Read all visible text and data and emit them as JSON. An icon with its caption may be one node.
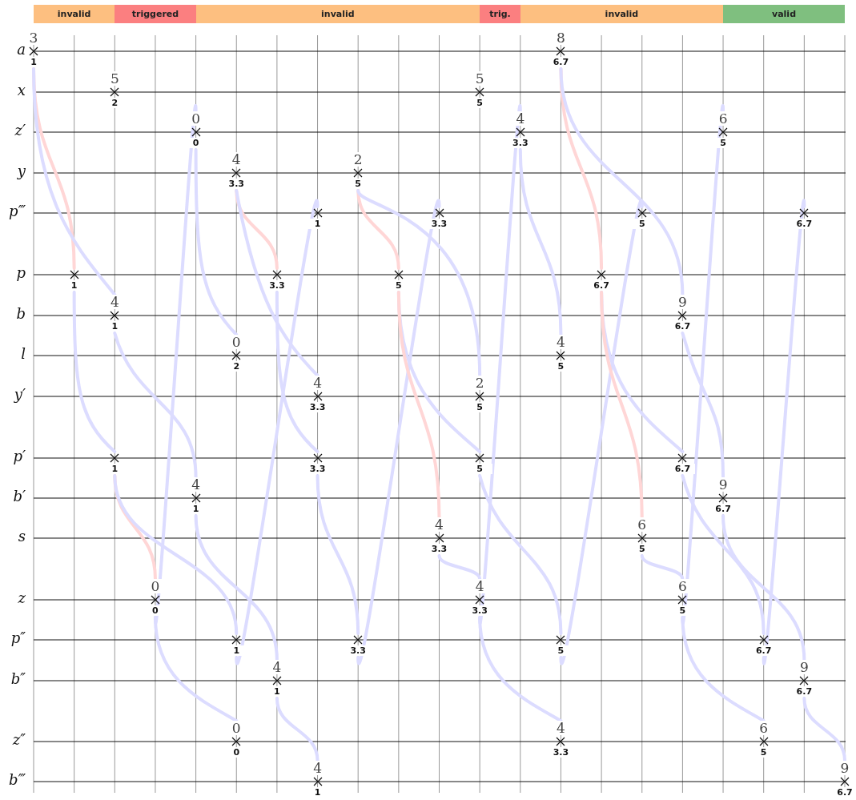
{
  "diagram": {
    "nodes": [
      {
        "text": [
          "invalid"
        ]
      },
      {
        "text": [
          "triggered"
        ]
      },
      {
        "text": [
          "invalid"
        ]
      },
      {
        "text": [
          "trig."
        ]
      },
      {
        "text": [
          "invalid"
        ]
      },
      {
        "text": [
          "valid"
        ]
      },
      {
        "text": [
          "3",
          "1"
        ]
      },
      {
        "text": [
          "8",
          "6.7"
        ]
      },
      {
        "text": [
          "5",
          "2"
        ]
      },
      {
        "text": [
          "5",
          "5"
        ]
      },
      {
        "text": [
          "0",
          "0"
        ]
      },
      {
        "text": [
          "4",
          "3.3"
        ]
      },
      {
        "text": [
          "6",
          "5"
        ]
      },
      {
        "text": [
          "4",
          "3.3"
        ]
      },
      {
        "text": [
          "2",
          "5"
        ]
      },
      {
        "text": [
          "1"
        ]
      },
      {
        "text": [
          "3.3"
        ]
      },
      {
        "text": [
          "5"
        ]
      },
      {
        "text": [
          "6.7"
        ]
      },
      {
        "text": [
          "1"
        ]
      },
      {
        "text": [
          "3.3"
        ]
      },
      {
        "text": [
          "5"
        ]
      },
      {
        "text": [
          "6.7"
        ]
      },
      {
        "text": [
          "4",
          "1"
        ]
      },
      {
        "text": [
          "9",
          "6.7"
        ]
      },
      {
        "text": [
          "0",
          "2"
        ]
      },
      {
        "text": [
          "4",
          "5"
        ]
      },
      {
        "text": [
          "4",
          "3.3"
        ]
      },
      {
        "text": [
          "2",
          "5"
        ]
      },
      {
        "text": [
          "1"
        ]
      },
      {
        "text": [
          "3.3"
        ]
      },
      {
        "text": [
          "5"
        ]
      },
      {
        "text": [
          "6.7"
        ]
      },
      {
        "text": [
          "4",
          "1"
        ]
      },
      {
        "text": [
          "9",
          "6.7"
        ]
      },
      {
        "text": [
          "4",
          "3.3"
        ]
      },
      {
        "text": [
          "6",
          "5"
        ]
      },
      {
        "text": [
          "0",
          "0"
        ]
      },
      {
        "text": [
          "4",
          "3.3"
        ]
      },
      {
        "text": [
          "6",
          "5"
        ]
      },
      {
        "text": [
          "1"
        ]
      },
      {
        "text": [
          "3.3"
        ]
      },
      {
        "text": [
          "5"
        ]
      },
      {
        "text": [
          "6.7"
        ]
      },
      {
        "text": [
          "4",
          "1"
        ]
      },
      {
        "text": [
          "9",
          "6.7"
        ]
      },
      {
        "text": [
          "0",
          "0"
        ]
      },
      {
        "text": [
          "4",
          "3.3"
        ]
      },
      {
        "text": [
          "6",
          "5"
        ]
      },
      {
        "text": [
          "4",
          "1"
        ]
      },
      {
        "text": [
          "9",
          "6.7"
        ]
      }
    ],
    "edges": [
      {
        "from": 6,
        "to": 19,
        "arrow": "none",
        "color": "#ffd6d6"
      },
      {
        "from": 6,
        "to": 23,
        "arrow": "none"
      },
      {
        "from": 19,
        "to": 29,
        "arrow": "none"
      },
      {
        "from": 23,
        "to": 33,
        "arrow": "none"
      },
      {
        "from": 29,
        "to": 37,
        "arrow": "none",
        "color": "#ffd6d6"
      },
      {
        "from": 29,
        "to": 40,
        "arrow": "none"
      },
      {
        "from": 37,
        "to": 10,
        "arrow": "none"
      },
      {
        "from": 37,
        "to": 46,
        "arrow": "none"
      },
      {
        "from": 10,
        "to": 25,
        "arrow": "none"
      },
      {
        "from": 33,
        "to": 44,
        "arrow": "none"
      },
      {
        "from": 40,
        "to": 15,
        "arrow": "none"
      },
      {
        "from": 44,
        "to": 49,
        "arrow": "none"
      },
      {
        "from": 13,
        "to": 20,
        "arrow": "none",
        "color": "#ffd6d6"
      },
      {
        "from": 13,
        "to": 27,
        "arrow": "none"
      },
      {
        "from": 20,
        "to": 30,
        "arrow": "none"
      },
      {
        "from": 30,
        "to": 41,
        "arrow": "none"
      },
      {
        "from": 41,
        "to": 16,
        "arrow": "none"
      },
      {
        "from": 14,
        "to": 21,
        "arrow": "none",
        "color": "#ffd6d6"
      },
      {
        "from": 14,
        "to": 28,
        "arrow": "none"
      },
      {
        "from": 21,
        "to": 31,
        "arrow": "none"
      },
      {
        "from": 21,
        "to": 35,
        "arrow": "none",
        "color": "#ffd6d6"
      },
      {
        "from": 31,
        "to": 42,
        "arrow": "none"
      },
      {
        "from": 35,
        "to": 38,
        "arrow": "none"
      },
      {
        "from": 38,
        "to": 11,
        "arrow": "none"
      },
      {
        "from": 38,
        "to": 47,
        "arrow": "none"
      },
      {
        "from": 11,
        "to": 26,
        "arrow": "none"
      },
      {
        "from": 42,
        "to": 17,
        "arrow": "none"
      },
      {
        "from": 7,
        "to": 22,
        "arrow": "none",
        "color": "#ffd6d6"
      },
      {
        "from": 7,
        "to": 24,
        "arrow": "none"
      },
      {
        "from": 22,
        "to": 32,
        "arrow": "none"
      },
      {
        "from": 22,
        "to": 36,
        "arrow": "none",
        "color": "#ffd6d6"
      },
      {
        "from": 36,
        "to": 39,
        "arrow": "none"
      },
      {
        "from": 39,
        "to": 12,
        "arrow": "none"
      },
      {
        "from": 39,
        "to": 48,
        "arrow": "none"
      },
      {
        "from": 24,
        "to": 34,
        "arrow": "none"
      },
      {
        "from": 32,
        "to": 43,
        "arrow": "none"
      },
      {
        "from": 34,
        "to": 45,
        "arrow": "none"
      },
      {
        "from": 43,
        "to": 18,
        "arrow": "none"
      },
      {
        "from": 45,
        "to": 50,
        "arrow": "none"
      }
    ],
    "labels": [
      "a",
      "x",
      "z′",
      "y",
      "p‴",
      "p",
      "b",
      "l",
      "y′",
      "p′",
      "b′",
      "s",
      "z",
      "p″",
      "b″",
      "z″",
      "b‴"
    ]
  }
}
